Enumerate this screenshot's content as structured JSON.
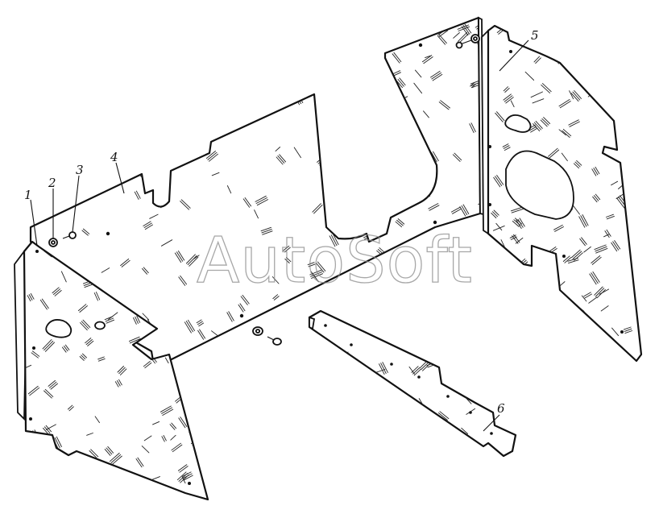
{
  "callouts": [
    {
      "id": "1",
      "text": "1"
    },
    {
      "id": "2",
      "text": "2"
    },
    {
      "id": "3",
      "text": "3"
    },
    {
      "id": "4",
      "text": "4"
    },
    {
      "id": "5",
      "text": "5"
    },
    {
      "id": "6",
      "text": "6"
    }
  ],
  "watermark": {
    "text": "AutoSoft"
  },
  "colors": {
    "line": "#111111",
    "background": "#ffffff",
    "watermark": "#8a8a8a"
  }
}
